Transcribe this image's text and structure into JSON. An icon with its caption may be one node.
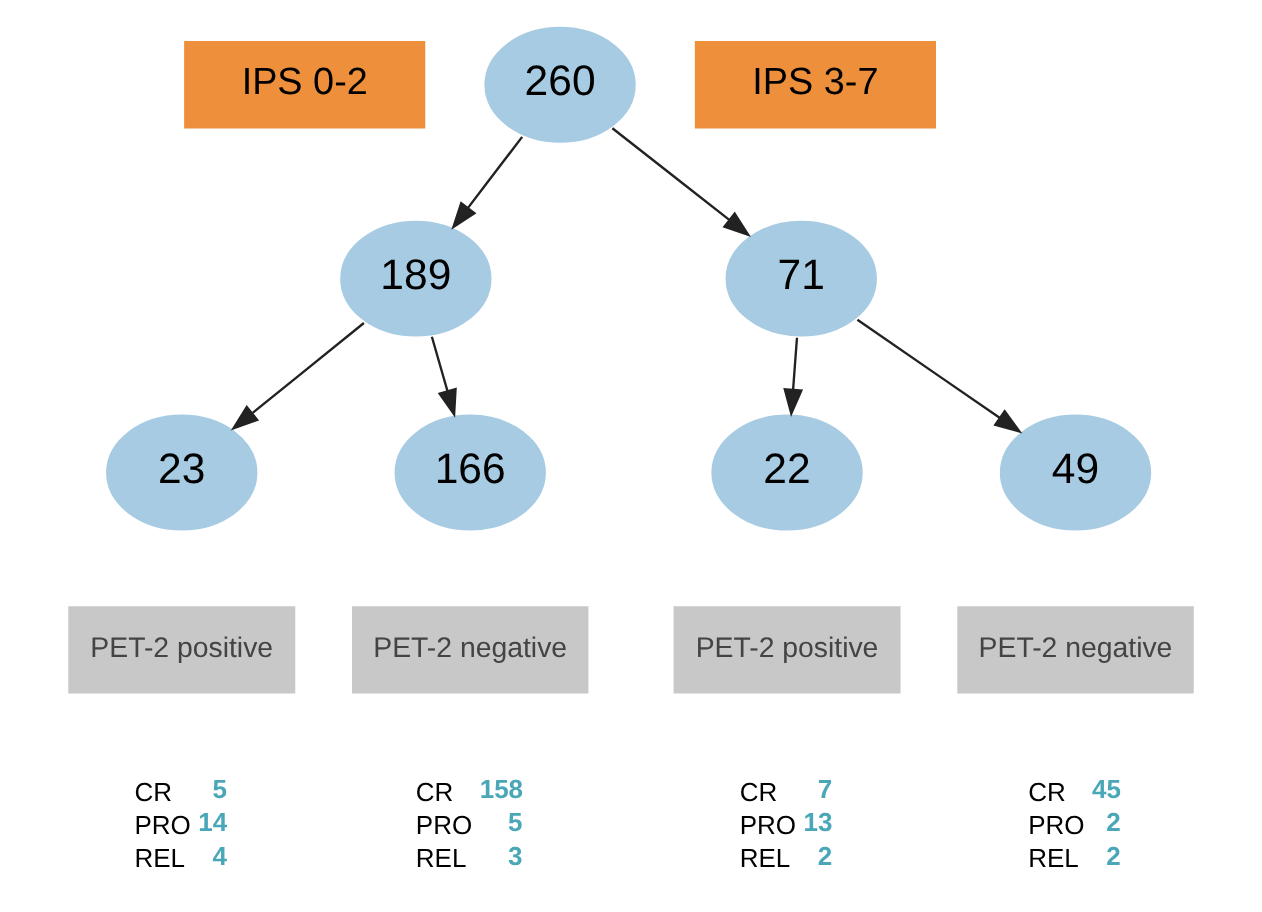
{
  "diagram": {
    "nodes": [
      {
        "text": [
          "IPS 0-2"
        ]
      },
      {
        "text": [
          "260"
        ]
      },
      {
        "text": [
          "IPS 3-7"
        ]
      },
      {
        "text": [
          "189"
        ]
      },
      {
        "text": [
          "71"
        ]
      },
      {
        "text": [
          "23"
        ]
      },
      {
        "text": [
          "166"
        ]
      },
      {
        "text": [
          "22"
        ]
      },
      {
        "text": [
          "49"
        ]
      },
      {
        "text": [
          "PET-2 positive"
        ]
      },
      {
        "text": [
          "PET-2 negative"
        ]
      },
      {
        "text": [
          "PET-2 positive"
        ]
      },
      {
        "text": [
          "PET-2 negative"
        ]
      }
    ],
    "edges": [
      {
        "from": 1,
        "to": 3,
        "arrow": "to"
      },
      {
        "from": 1,
        "to": 4,
        "arrow": "to"
      },
      {
        "from": 3,
        "to": 5,
        "arrow": "to"
      },
      {
        "from": 3,
        "to": 6,
        "arrow": "to"
      },
      {
        "from": 4,
        "to": 7,
        "arrow": "to"
      },
      {
        "from": 4,
        "to": 8,
        "arrow": "to"
      }
    ],
    "labels": [
      "CR",
      "5",
      "PRO",
      "14",
      "REL",
      "4",
      "CR",
      "158",
      "PRO",
      "5",
      "REL",
      "3",
      "CR",
      "7",
      "PRO",
      "13",
      "REL",
      "2",
      "CR",
      "45",
      "PRO",
      "2",
      "REL",
      "2"
    ]
  }
}
